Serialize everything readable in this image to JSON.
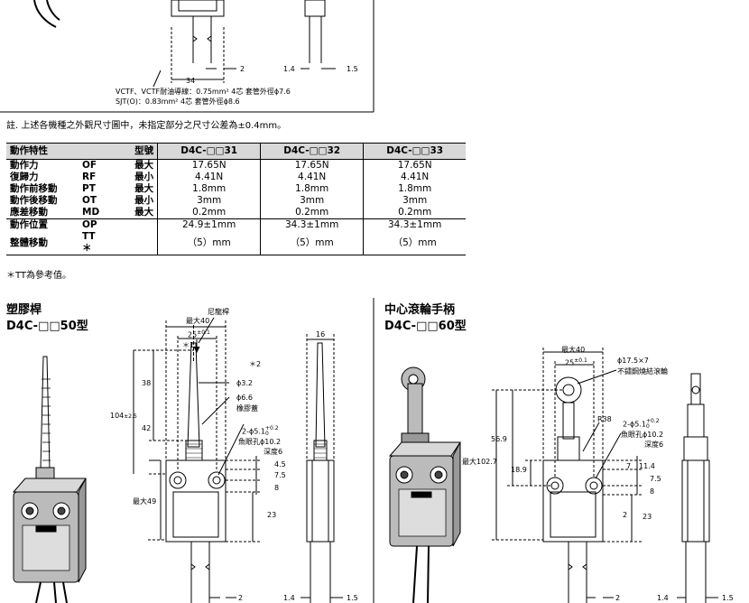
{
  "top": {
    "cable_line1": "VCTF、VCTF耐油導線：0.75mm² 4芯 套管外徑ϕ7.6",
    "cable_line2": "SJT(O)：0.83mm² 4芯 套管外徑ϕ8.6",
    "dim_34": "34",
    "dim_2": "2",
    "dim_1_4": "1.4",
    "dim_1_5": "1.5"
  },
  "note_tolerance": "註. 上述各機種之外觀尺寸圖中，未指定部分之尺寸公差為±0.4mm。",
  "table": {
    "col_feature": "動作特性",
    "col_model": "型號",
    "models": [
      "D4C-□□31",
      "D4C-□□32",
      "D4C-□□33"
    ],
    "rows": [
      {
        "name": "動作力",
        "sym": "OF",
        "limit": "最大",
        "v": [
          "17.65N",
          "17.65N",
          "17.65N"
        ]
      },
      {
        "name": "復歸力",
        "sym": "RF",
        "limit": "最小",
        "v": [
          "4.41N",
          "4.41N",
          "4.41N"
        ]
      },
      {
        "name": "動作前移動",
        "sym": "PT",
        "limit": "最大",
        "v": [
          "1.8mm",
          "1.8mm",
          "1.8mm"
        ]
      },
      {
        "name": "動作後移動",
        "sym": "OT",
        "limit": "最小",
        "v": [
          "3mm",
          "3mm",
          "3mm"
        ]
      },
      {
        "name": "應差移動",
        "sym": "MD",
        "limit": "最大",
        "v": [
          "0.2mm",
          "0.2mm",
          "0.2mm"
        ]
      },
      {
        "name": "動作位置",
        "sym": "OP",
        "limit": "",
        "v": [
          "24.9±1mm",
          "34.3±1mm",
          "34.3±1mm"
        ]
      },
      {
        "name": "整體移動",
        "sym": "TT＊",
        "limit": "",
        "v": [
          "（5）mm",
          "（5）mm",
          "（5）mm"
        ]
      }
    ]
  },
  "note_tt": "＊TT為參考值。",
  "left_section": {
    "title": "塑膠桿",
    "model_prefix": "D4C-",
    "model_suffix": "50型",
    "label_nylon_rod": "尼龍桿",
    "max40": "最大40",
    "dim_25": "25",
    "dim_25_tol": "±0.1",
    "star1": "＊1",
    "dim_16": "16",
    "star2": "＊2",
    "phi32": "ϕ3.2",
    "phi66": "ϕ6.6",
    "rubber_cap": "橡膠蓋",
    "dim_38": "38",
    "dim_104": "104",
    "dim_104_tol": "±2.5",
    "dim_42": "42",
    "hole_line1": "2-ϕ5.1",
    "hole_tol_top": "+0.2",
    "hole_tol_bot": "0",
    "hole_line2": "魚眼孔ϕ10.2",
    "hole_line3": "深度6",
    "dim_4_5": "4.5",
    "dim_7_5": "7.5",
    "dim_8": "8",
    "max49": "最大49",
    "dim_23": "23",
    "dim_2": "2",
    "dim_1_4": "1.4",
    "dim_1_5": "1.5"
  },
  "right_section": {
    "title": "中心滾輪手柄",
    "model_prefix": "D4C-",
    "model_suffix": "60型",
    "max40": "最大40",
    "dim_25": "25",
    "dim_25_tol": "±0.1",
    "roller_line1": "ϕ17.5×7",
    "roller_line2": "不鏽鋼燒結滾輪",
    "r38": "R38",
    "hole_line1": "2-ϕ5.1",
    "hole_tol_top": "+0.2",
    "hole_tol_bot": "0",
    "hole_line2": "魚眼孔ϕ10.2",
    "hole_line3": "深度6",
    "dim_56_9": "56.9",
    "max102_7": "最大102.7",
    "dim_18_9": "18.9",
    "dim_7": "7",
    "dim_11_4": "11.4",
    "dim_7_5": "7.5",
    "dim_8": "8",
    "dim_23": "23",
    "dim_2": "2",
    "dim_1_4": "1.4",
    "dim_1_5": "1.5"
  }
}
